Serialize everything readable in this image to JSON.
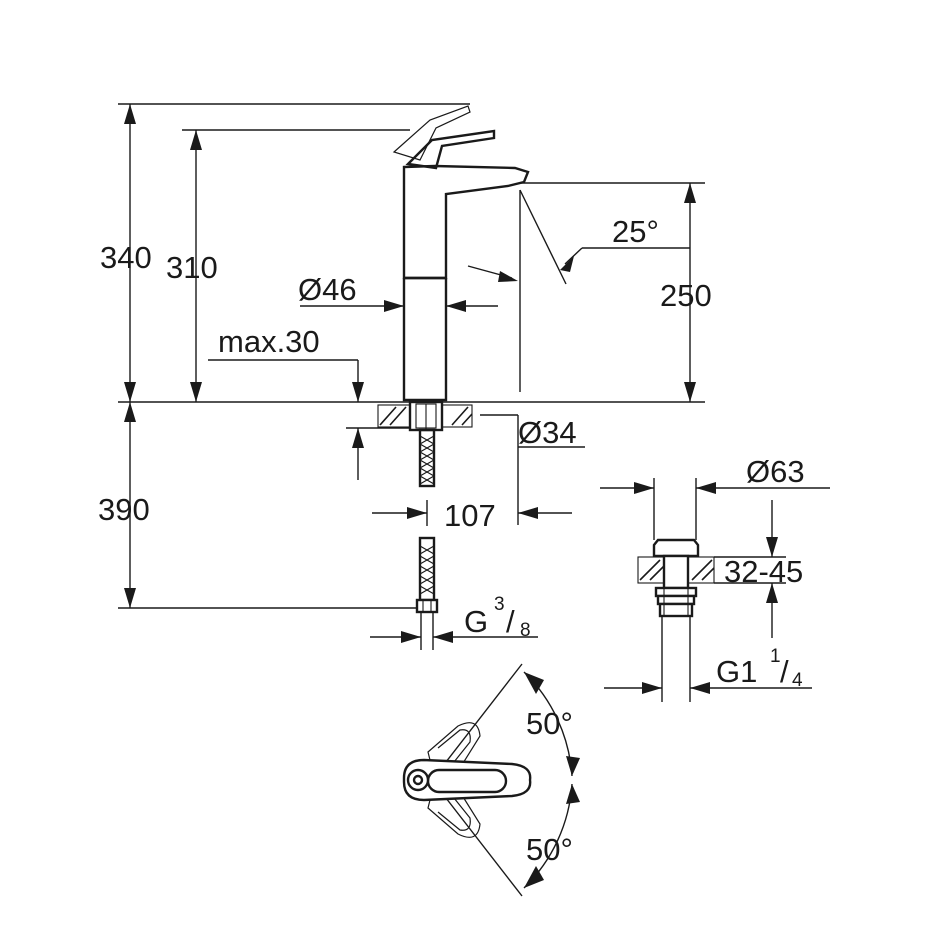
{
  "drawing": {
    "dimensions": {
      "total_height": "340",
      "spout_height": "310",
      "outlet_height": "250",
      "hose_length": "390",
      "max_thickness": "max.30",
      "body_diameter": "Ø46",
      "base_hole_diameter": "Ø34",
      "spout_reach": "107",
      "spout_angle": "25°",
      "waste_diameter": "Ø63",
      "waste_range": "32-45",
      "hose_thread_main": "G",
      "hose_thread_num": "3",
      "hose_thread_den": "8",
      "waste_thread_main": "G1",
      "waste_thread_num": "1",
      "waste_thread_den": "4",
      "lever_angle_left": "50°",
      "lever_angle_right": "50°"
    }
  }
}
